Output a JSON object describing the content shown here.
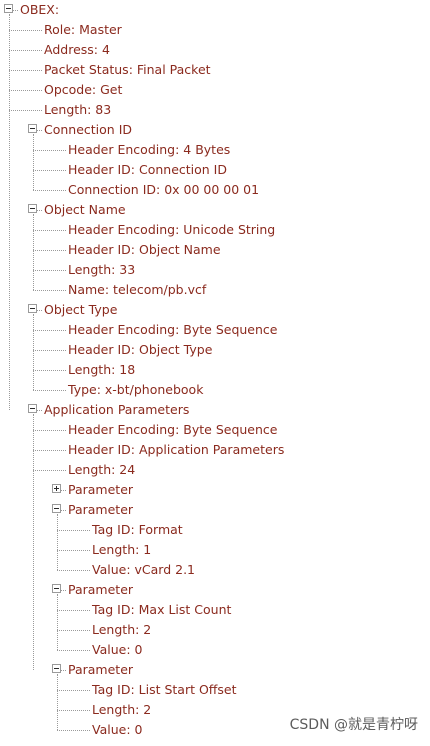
{
  "tree": [
    {
      "label": "OBEX:",
      "level": 0,
      "expand": "minus"
    },
    {
      "label": "Role: Master",
      "level": 1
    },
    {
      "label": "Address: 4",
      "level": 1
    },
    {
      "label": "Packet Status: Final Packet",
      "level": 1
    },
    {
      "label": "Opcode: Get",
      "level": 1
    },
    {
      "label": "Length: 83",
      "level": 1
    },
    {
      "label": "Connection ID",
      "level": 1,
      "expand": "minus"
    },
    {
      "label": "Header Encoding: 4 Bytes",
      "level": 2
    },
    {
      "label": "Header ID: Connection ID",
      "level": 2
    },
    {
      "label": "Connection ID: 0x 00 00 00 01",
      "level": 2
    },
    {
      "label": "Object Name",
      "level": 1,
      "expand": "minus"
    },
    {
      "label": "Header Encoding: Unicode String",
      "level": 2
    },
    {
      "label": "Header ID: Object Name",
      "level": 2
    },
    {
      "label": "Length: 33",
      "level": 2
    },
    {
      "label": "Name: telecom/pb.vcf",
      "level": 2
    },
    {
      "label": "Object Type",
      "level": 1,
      "expand": "minus"
    },
    {
      "label": "Header Encoding: Byte Sequence",
      "level": 2
    },
    {
      "label": "Header ID: Object Type",
      "level": 2
    },
    {
      "label": "Length: 18",
      "level": 2
    },
    {
      "label": "Type: x-bt/phonebook",
      "level": 2
    },
    {
      "label": "Application Parameters",
      "level": 1,
      "expand": "minus"
    },
    {
      "label": "Header Encoding: Byte Sequence",
      "level": 2
    },
    {
      "label": "Header ID: Application Parameters",
      "level": 2
    },
    {
      "label": "Length: 24",
      "level": 2
    },
    {
      "label": "Parameter",
      "level": 2,
      "expand": "plus"
    },
    {
      "label": "Parameter",
      "level": 2,
      "expand": "minus"
    },
    {
      "label": "Tag ID: Format",
      "level": 3
    },
    {
      "label": "Length: 1",
      "level": 3
    },
    {
      "label": "Value: vCard 2.1",
      "level": 3
    },
    {
      "label": "Parameter",
      "level": 2,
      "expand": "minus"
    },
    {
      "label": "Tag ID: Max List Count",
      "level": 3
    },
    {
      "label": "Length: 2",
      "level": 3
    },
    {
      "label": "Value: 0",
      "level": 3
    },
    {
      "label": "Parameter",
      "level": 2,
      "expand": "minus"
    },
    {
      "label": "Tag ID: List Start Offset",
      "level": 3
    },
    {
      "label": "Length: 2",
      "level": 3
    },
    {
      "label": "Value: 0",
      "level": 3
    }
  ],
  "watermark": "CSDN @就是青柠呀",
  "colors": {
    "text": "#8b2a1e",
    "lines": "#9a9a9a",
    "background": "#ffffff"
  }
}
